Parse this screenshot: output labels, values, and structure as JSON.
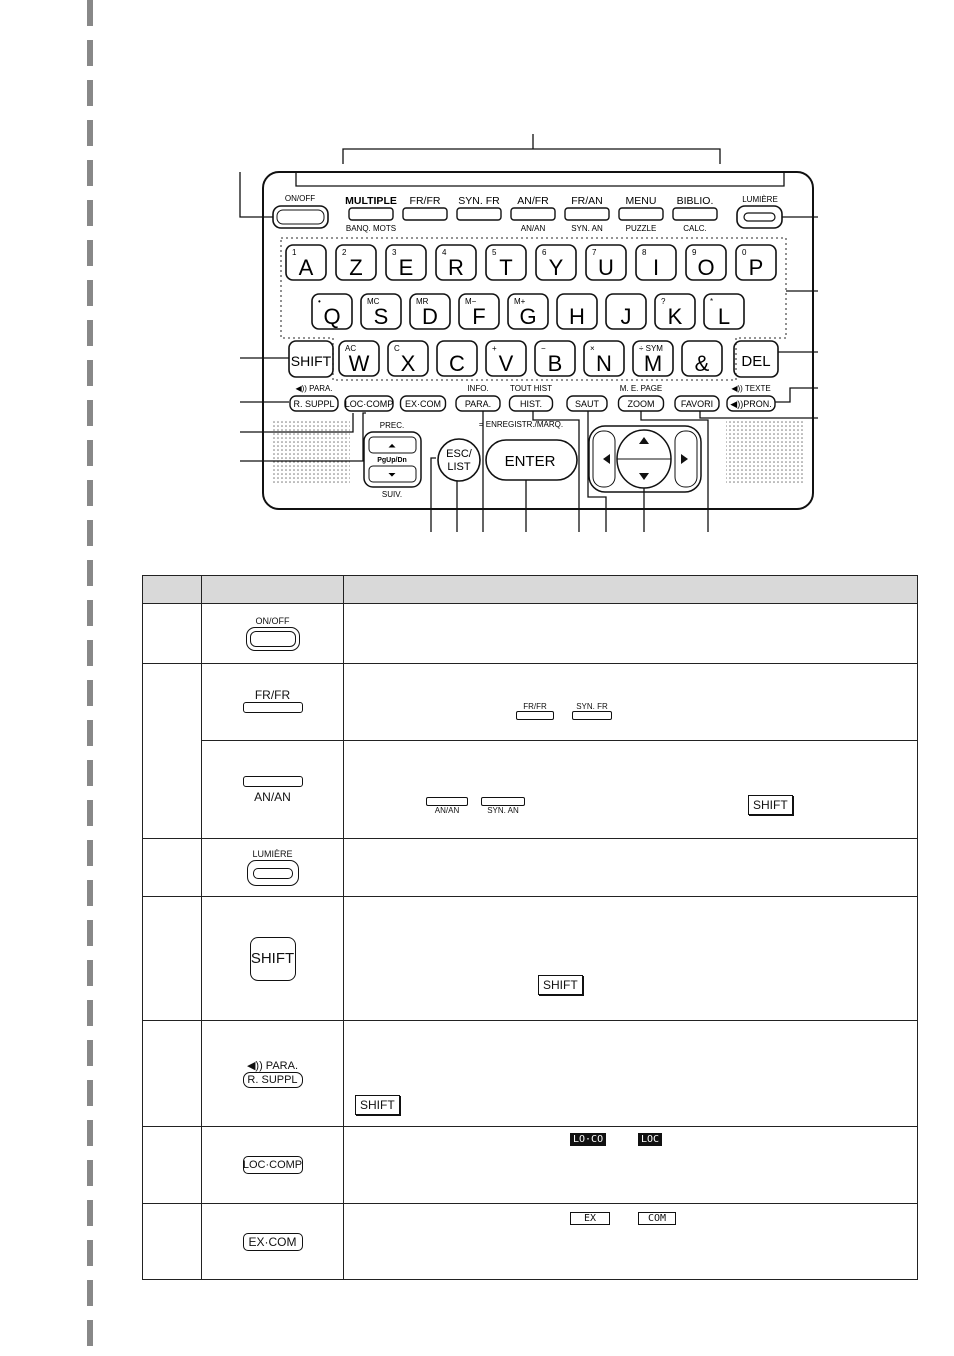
{
  "device": {
    "top_keys": {
      "on_off": "ON/OFF",
      "lumiere": "LUMIÈRE",
      "func": [
        {
          "label": "MULTIPLE",
          "sub": "BANQ. MOTS"
        },
        {
          "label": "FR/FR",
          "sub": ""
        },
        {
          "label": "SYN. FR",
          "sub": ""
        },
        {
          "label": "AN/FR",
          "sub": "AN/AN"
        },
        {
          "label": "FR/AN",
          "sub": "SYN. AN"
        },
        {
          "label": "MENU",
          "sub": "PUZZLE"
        },
        {
          "label": "BIBLIO.",
          "sub": "CALC."
        }
      ]
    },
    "row1": [
      {
        "l": "A",
        "s": "1"
      },
      {
        "l": "Z",
        "s": "2"
      },
      {
        "l": "E",
        "s": "3"
      },
      {
        "l": "R",
        "s": "4"
      },
      {
        "l": "T",
        "s": "5"
      },
      {
        "l": "Y",
        "s": "6"
      },
      {
        "l": "U",
        "s": "7"
      },
      {
        "l": "I",
        "s": "8"
      },
      {
        "l": "O",
        "s": "9"
      },
      {
        "l": "P",
        "s": "0"
      }
    ],
    "row2": [
      {
        "l": "Q",
        "s": "•"
      },
      {
        "l": "S",
        "s": "MC"
      },
      {
        "l": "D",
        "s": "MR"
      },
      {
        "l": "F",
        "s": "M−"
      },
      {
        "l": "G",
        "s": "M+"
      },
      {
        "l": "H",
        "s": ""
      },
      {
        "l": "J",
        "s": ""
      },
      {
        "l": "K",
        "s": "?"
      },
      {
        "l": "L",
        "s": "*"
      }
    ],
    "row3": [
      {
        "l": "W",
        "s": "AC"
      },
      {
        "l": "X",
        "s": "C"
      },
      {
        "l": "C",
        "s": ""
      },
      {
        "l": "V",
        "s": "+"
      },
      {
        "l": "B",
        "s": "−"
      },
      {
        "l": "N",
        "s": "×"
      },
      {
        "l": "M",
        "s": "÷ SYM"
      },
      {
        "l": "&",
        "s": ""
      }
    ],
    "shift": "SHIFT",
    "del": "DEL",
    "small_keys": [
      {
        "label": "R. SUPPL",
        "above": "◀)) PARA."
      },
      {
        "label": "LOC·COMP",
        "above": ""
      },
      {
        "label": "EX·COM",
        "above": ""
      },
      {
        "label": "PARA.",
        "above": "INFO."
      },
      {
        "label": "HIST.",
        "above": "TOUT HIST"
      },
      {
        "label": "SAUT",
        "above": ""
      },
      {
        "label": "ZOOM",
        "above": "M. E. PAGE"
      },
      {
        "label": "FAVORI",
        "above": ""
      },
      {
        "label": "◀))PRON.",
        "above": "◀)) TEXTE"
      }
    ],
    "enregistr": "= ENREGISTR./MARQ.",
    "prec": "PREC.",
    "suiv": "SUIV.",
    "pgupdn": "PgUp/Dn",
    "esc": "ESC/",
    "list": "LIST",
    "enter": "ENTER"
  },
  "table": {
    "headers": [
      "",
      "",
      ""
    ],
    "rows": [
      {
        "key_caption": "ON/OFF"
      },
      {
        "key_caption": "FR/FR",
        "refs": [
          "FR/FR",
          "SYN. FR"
        ]
      },
      {
        "key_caption": "AN/AN",
        "refs": [
          "AN/AN",
          "SYN. AN"
        ],
        "shift": "SHIFT"
      },
      {
        "key_caption": "LUMIÈRE"
      },
      {
        "key_caption": "SHIFT",
        "shift": "SHIFT"
      },
      {
        "key_top": "◀)) PARA.",
        "key_caption": "R. SUPPL",
        "shift": "SHIFT"
      },
      {
        "key_caption": "LOC·COMP",
        "lcd1": "LO·CO",
        "lcd2": "LOC"
      },
      {
        "key_caption": "EX·COM",
        "lcd1": "EX",
        "lcd2": "COM"
      }
    ]
  }
}
